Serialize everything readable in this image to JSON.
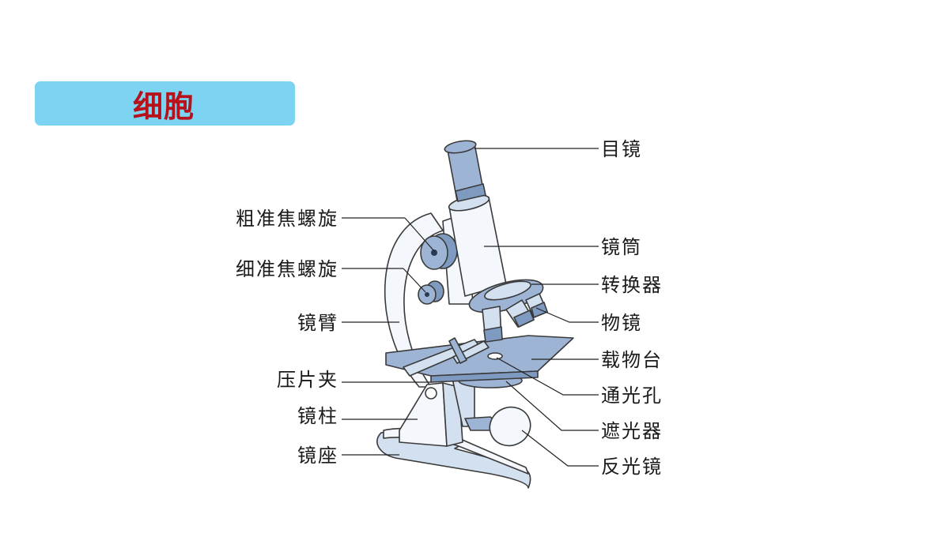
{
  "title": "细胞",
  "colors": {
    "banner_bg": "#7dd3f2",
    "title_text": "#b5121b",
    "part_fill_dark": "#9db4d4",
    "part_fill_light": "#d3e0ef",
    "part_fill_white": "#f4f8fc"
  },
  "labels_left": {
    "coarse_focus": "粗准焦螺旋",
    "fine_focus": "细准焦螺旋",
    "arm": "镜臂",
    "clip": "压片夹",
    "pillar": "镜柱",
    "base": "镜座"
  },
  "labels_right": {
    "eyepiece": "目镜",
    "tube": "镜筒",
    "nosepiece": "转换器",
    "objective": "物镜",
    "stage": "载物台",
    "aperture": "通光孔",
    "diaphragm": "遮光器",
    "mirror": "反光镜"
  }
}
